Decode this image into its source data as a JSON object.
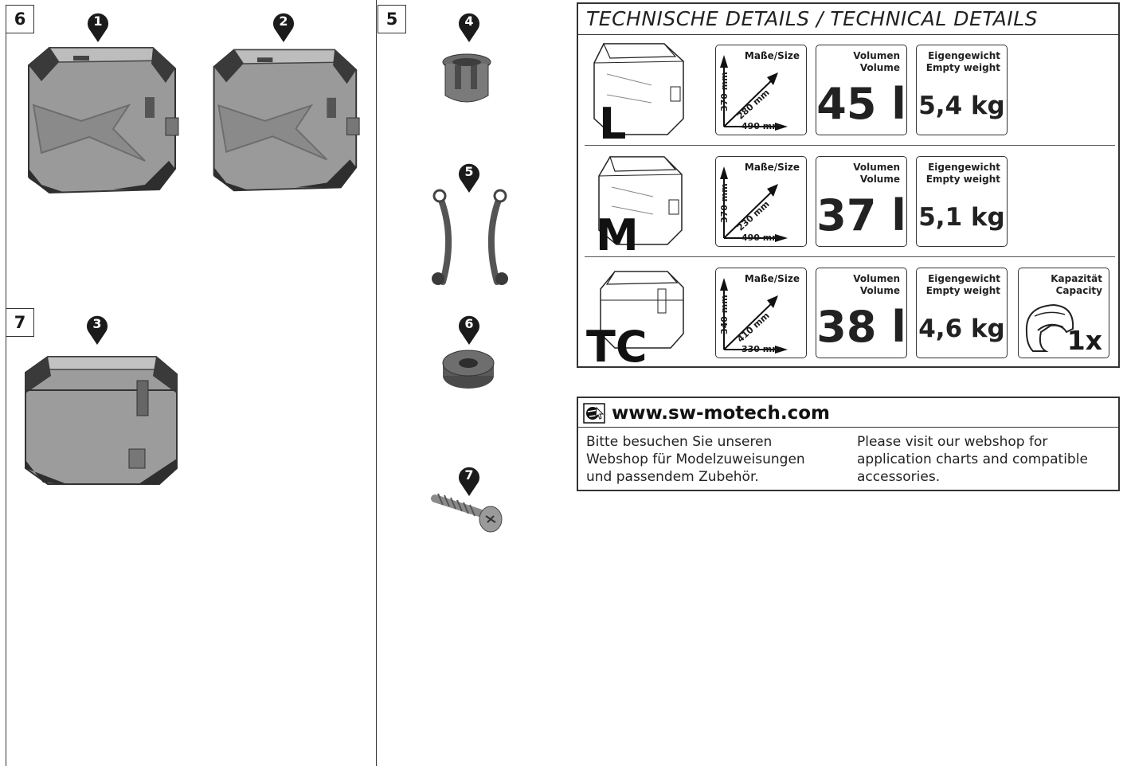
{
  "steps": {
    "six": "6",
    "seven": "7",
    "five": "5"
  },
  "pins": {
    "p1": "1",
    "p2": "2",
    "p3": "3",
    "p4": "4",
    "p5": "5",
    "p6": "6",
    "p7": "7"
  },
  "tech": {
    "title": "TECHNISCHE DETAILS / TECHNICAL DETAILS",
    "size_label": "Maße/Size",
    "volume_label_de": "Volumen",
    "volume_label_en": "Volume",
    "weight_label_de": "Eigengewicht",
    "weight_label_en": "Empty weight",
    "capacity_label_de": "Kapazität",
    "capacity_label_en": "Capacity",
    "rows": [
      {
        "variant": "L",
        "height": "370 mm",
        "depth": "280 mm",
        "width": "490 mm",
        "volume": "45 l",
        "weight": "5,4 kg"
      },
      {
        "variant": "M",
        "height": "370 mm",
        "depth": "230 mm",
        "width": "490 mm",
        "volume": "37 l",
        "weight": "5,1 kg"
      },
      {
        "variant": "TC",
        "height": "340 mm",
        "depth": "410 mm",
        "width": "330 mm",
        "volume": "38 l",
        "weight": "4,6 kg",
        "capacity": "1x"
      }
    ]
  },
  "web": {
    "url": "www.sw-motech.com",
    "text_de": "Bitte besuchen Sie unseren\nWebshop für Modelzuweisungen\nund passendem Zubehör.",
    "text_en": "Please visit our webshop for\napplication charts and compatible\naccessories."
  },
  "icons": {
    "cursor": "globe-cursor-icon",
    "helmet": "helmet-icon",
    "pin": "location-pin-icon"
  }
}
